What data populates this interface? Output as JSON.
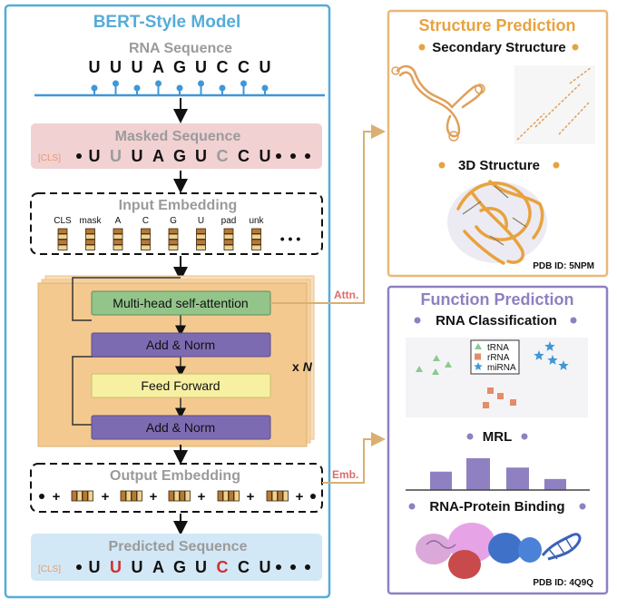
{
  "left_panel": {
    "title": "BERT-Style Model",
    "rna_sequence_label": "RNA Sequence",
    "rna_sequence": [
      "U",
      "U",
      "U",
      "A",
      "G",
      "U",
      "C",
      "C",
      "U"
    ],
    "masked_label": "Masked Sequence",
    "masked_cls": "[CLS]",
    "masked_sequence": [
      "U",
      "U",
      "U",
      "A",
      "G",
      "U",
      "C",
      "C",
      "U"
    ],
    "masked_gray_indices": [
      1,
      6
    ],
    "embedding_label": "Input Embedding",
    "embedding_tokens": [
      "CLS",
      "mask",
      "A",
      "C",
      "G",
      "U",
      "pad",
      "unk"
    ],
    "embedding_ellipsis": "• • •",
    "attention_label": "Multi-head self-attention",
    "add_norm_label": "Add & Norm",
    "feed_forward_label": "Feed Forward",
    "repeat_label": "x",
    "repeat_symbol": "N",
    "output_label": "Output Embedding",
    "output_separator": "+",
    "predicted_label": "Predicted Sequence",
    "predicted_cls": "[CLS]",
    "predicted_sequence": [
      "U",
      "U",
      "U",
      "A",
      "G",
      "U",
      "C",
      "C",
      "U"
    ],
    "predicted_red_indices": [
      1,
      6
    ],
    "attn_label": "Attn.",
    "emb_label": "Emb."
  },
  "structure_panel": {
    "title": "Structure Prediction",
    "secondary_label": "Secondary Structure",
    "three_d_label": "3D Structure",
    "pdb_id": "PDB ID: 5NPM"
  },
  "function_panel": {
    "title": "Function Prediction",
    "classification_label": "RNA Classification",
    "legend": [
      {
        "name": "tRNA",
        "marker": "triangle",
        "color": "#8cc890"
      },
      {
        "name": "rRNA",
        "marker": "square",
        "color": "#e58b6a"
      },
      {
        "name": "miRNA",
        "marker": "star",
        "color": "#3f97d8"
      }
    ],
    "mrl_label": "MRL",
    "mrl_bars": [
      0.45,
      0.78,
      0.55,
      0.27
    ],
    "binding_label": "RNA-Protein Binding",
    "pdb_id": "PDB ID: 4Q9Q"
  },
  "colors": {
    "blue": "#55acd9",
    "blue_line": "#3f97d8",
    "pink_band": "#f2d1d3",
    "light_blue_band": "#d2e8f6",
    "orange_block": "#f3c98f",
    "green_box": "#93c58a",
    "purple_box": "#7d6bb2",
    "yellow_box": "#f7f0a2",
    "tan": "#d9b071",
    "gold": "#e8a23e",
    "purple_frame": "#8f80c2",
    "red": "#d32f2f",
    "gray": "#9b9b9b"
  }
}
